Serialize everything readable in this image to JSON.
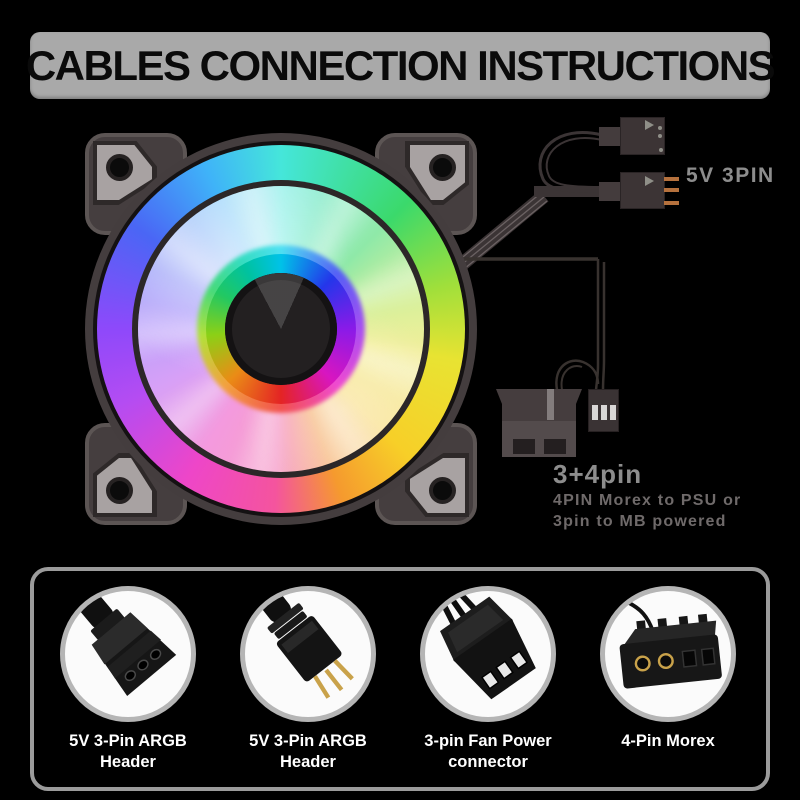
{
  "title": "CABLES CONNECTION INSTRUCTIONS",
  "fan": {
    "name": "argb-fan-120mm"
  },
  "callouts": {
    "argb_connector_label": "5V 3PIN",
    "power_connector_label": "3+4pin",
    "power_desc_line1": "4PIN Morex to PSU or",
    "power_desc_line2": "3pin to MB powered"
  },
  "legend": {
    "items": [
      {
        "icon": "argb-female-header-photo",
        "line1": "5V 3-Pin ARGB",
        "line2": "Header"
      },
      {
        "icon": "argb-male-header-photo",
        "line1": "5V 3-Pin ARGB",
        "line2": "Header"
      },
      {
        "icon": "fan-power-connector-photo",
        "line1": "3-pin Fan Power",
        "line2": "connector"
      },
      {
        "icon": "molex-connector-photo",
        "line1": "4-Pin Morex",
        "line2": ""
      }
    ]
  },
  "colors": {
    "background": "#000000",
    "title_bar": "#a9a9a9",
    "title_text": "#0a0a0a",
    "callout_gray": "#8d8d8d",
    "desc_gray": "#6f6a6a",
    "panel_border": "#9b9b9b",
    "circle_border": "#b5b5b5",
    "wire": "#3b3435",
    "connector_body": "#3c3435",
    "pin_copper": "#b5713d",
    "fan_frame": "#453e3f",
    "fan_pad": "#a8a2a2",
    "fan_ring_rainbow": [
      "#45e6da",
      "#3bd96b",
      "#e8e332",
      "#f7cf28",
      "#f4549e",
      "#b44cf2",
      "#4a66f5",
      "#3fb3f8"
    ]
  }
}
